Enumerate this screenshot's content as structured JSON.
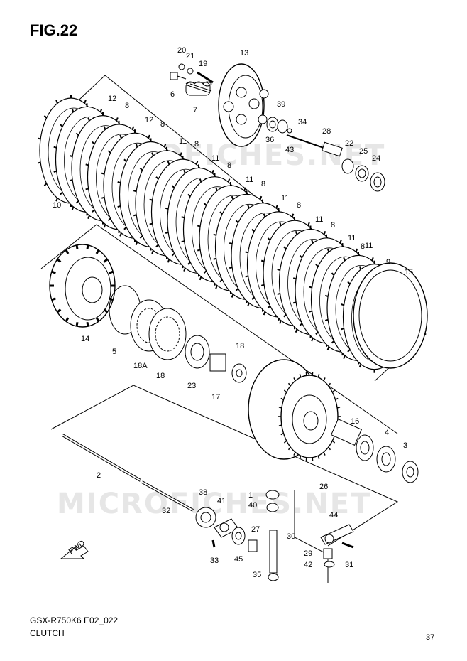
{
  "figure": {
    "title": "FIG.22",
    "model_code": "GSX-R750K6 E02_022",
    "section_title": "CLUTCH"
  },
  "watermark": {
    "text": "MICROFICHES.NET"
  },
  "direction_marker": {
    "text": "FWD"
  },
  "callouts": [
    "20",
    "21",
    "19",
    "13",
    "6",
    "7",
    "12",
    "8",
    "12",
    "8",
    "39",
    "34",
    "36",
    "43",
    "28",
    "22",
    "25",
    "24",
    "11",
    "8",
    "11",
    "8",
    "11",
    "8",
    "11",
    "8",
    "11",
    "8",
    "11",
    "8",
    "11",
    "10",
    "9",
    "15",
    "14",
    "5",
    "18A",
    "18",
    "18",
    "23",
    "17",
    "16",
    "4",
    "3",
    "2",
    "26",
    "1",
    "40",
    "38",
    "41",
    "44",
    "32",
    "27",
    "30",
    "29",
    "31",
    "33",
    "45",
    "42",
    "35",
    "37"
  ]
}
